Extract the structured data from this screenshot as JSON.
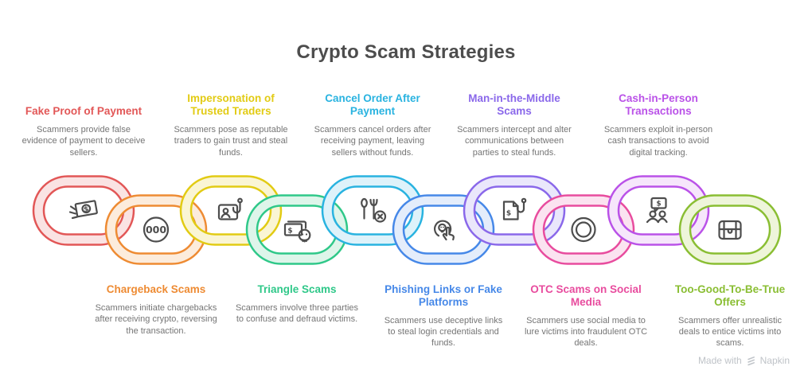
{
  "title": "Crypto Scam Strategies",
  "items": [
    {
      "label": "Fake Proof of Payment",
      "description": "Scammers provide false evidence of payment to deceive sellers.",
      "color": "#e25757",
      "tint": "#fae3e3",
      "position": "top",
      "icon": "flying-money-icon"
    },
    {
      "label": "Chargeback Scams",
      "description": "Scammers initiate chargebacks after receiving crypto, reversing the transaction.",
      "color": "#ee8b33",
      "tint": "#fcecdc",
      "position": "bottom",
      "icon": "coins-icon"
    },
    {
      "label": "Impersonation of Trusted Traders",
      "description": "Scammers pose as reputable traders to gain trust and steal funds.",
      "color": "#e2cb14",
      "tint": "#faf5d4",
      "position": "top",
      "icon": "id-card-hook-icon"
    },
    {
      "label": "Triangle Scams",
      "description": "Scammers involve three parties to confuse and defraud victims.",
      "color": "#2fc889",
      "tint": "#def5ea",
      "position": "bottom",
      "icon": "money-skull-icon"
    },
    {
      "label": "Cancel Order After Payment",
      "description": "Scammers cancel orders after receiving payment, leaving sellers without funds.",
      "color": "#29b3e0",
      "tint": "#def2fa",
      "position": "top",
      "icon": "cancel-order-icon"
    },
    {
      "label": "Phishing Links or Fake Platforms",
      "description": "Scammers use deceptive links to steal login credentials and funds.",
      "color": "#4688e8",
      "tint": "#e4edfb",
      "position": "bottom",
      "icon": "phishing-click-icon"
    },
    {
      "label": "Man-in-the-Middle Scams",
      "description": "Scammers intercept and alter communications between parties to steal funds.",
      "color": "#8a68ea",
      "tint": "#eae7fb",
      "position": "top",
      "icon": "document-hook-icon"
    },
    {
      "label": "OTC Scams on Social Media",
      "description": "Scammers use social media to lure victims into fraudulent OTC deals.",
      "color": "#e84c9e",
      "tint": "#fbe3f0",
      "position": "bottom",
      "icon": "double-circle-icon"
    },
    {
      "label": "Cash-in-Person Transactions",
      "description": "Scammers exploit in-person cash transactions to avoid digital tracking.",
      "color": "#ba52e8",
      "tint": "#f6e6fb",
      "position": "top",
      "icon": "money-talk-people-icon"
    },
    {
      "label": "Too-Good-To-Be-True Offers",
      "description": "Scammers offer unrealistic deals to entice victims into scams.",
      "color": "#8abe33",
      "tint": "#eef5da",
      "position": "bottom",
      "icon": "treasure-chest-icon"
    }
  ],
  "icon_texts": {
    "dollar": "$",
    "zeros": "000"
  },
  "footer": {
    "made_with": "Made with",
    "brand": "Napkin"
  }
}
